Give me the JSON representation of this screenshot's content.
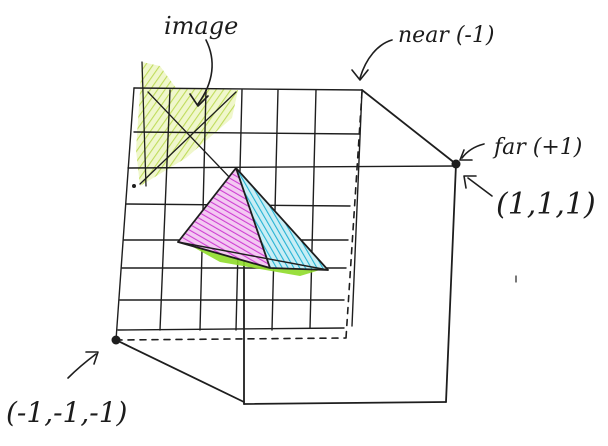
{
  "labels": {
    "image": "image",
    "near": "near (-1)",
    "far": "far (+1)",
    "far_corner": "(1,1,1)",
    "near_corner": "(-1,-1,-1)"
  },
  "colors": {
    "ink": "#1e1e1e",
    "image_hatch": "#c8e05a",
    "tri_magenta": "#d24fd6",
    "tri_cyan": "#2bb7d6",
    "tri_green": "#8fdc2a"
  }
}
